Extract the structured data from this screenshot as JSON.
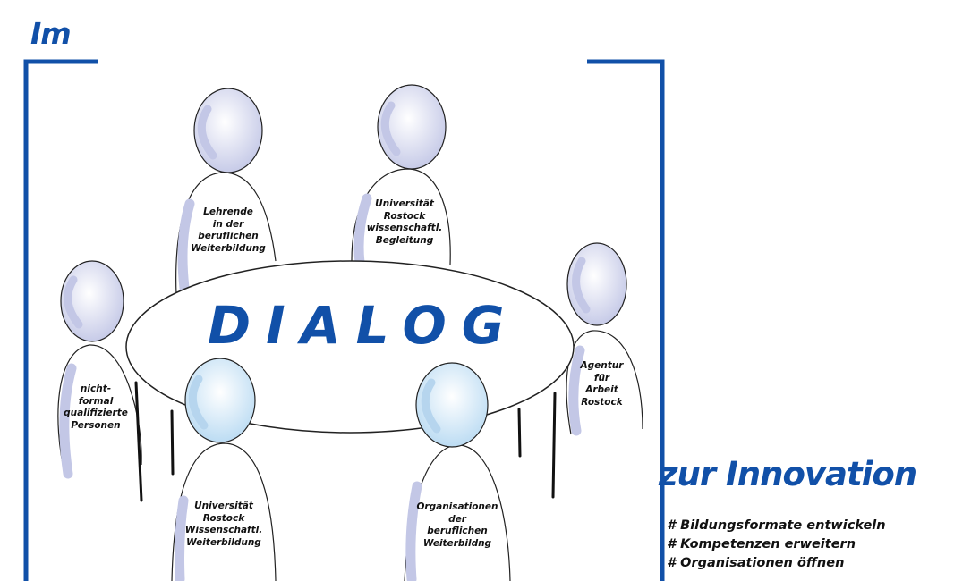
{
  "title": "Im",
  "subtitle": "zur Innovation",
  "center_label": "DIALOG",
  "goals": [
    "# Bildungsformate entwickeln",
    "# Kompetenzen erweitern",
    "# Organisationen öffnen"
  ],
  "participants": [
    {
      "label_lines": [
        "Lehrende",
        "in der",
        "beruflichen",
        "Weiterbildung"
      ]
    },
    {
      "label_lines": [
        "Universität",
        "Rostock",
        "wissenschaftl.",
        "Begleitung"
      ]
    },
    {
      "label_lines": [
        "nicht-",
        "formal",
        "qualifizierte",
        "Personen"
      ]
    },
    {
      "label_lines": [
        "Agentur",
        "für",
        "Arbeit",
        "Rostock"
      ]
    },
    {
      "label_lines": [
        "Universität",
        "Rostock",
        "Wissenschaftl.",
        "Weiterbildung"
      ]
    },
    {
      "label_lines": [
        "Organisationen",
        "der",
        "beruflichen",
        "Weiterbildng"
      ]
    }
  ],
  "colors": {
    "accent": "#1150a8",
    "head_fill": "#c9cde9",
    "head_fill_front": "#c6e0f5"
  }
}
